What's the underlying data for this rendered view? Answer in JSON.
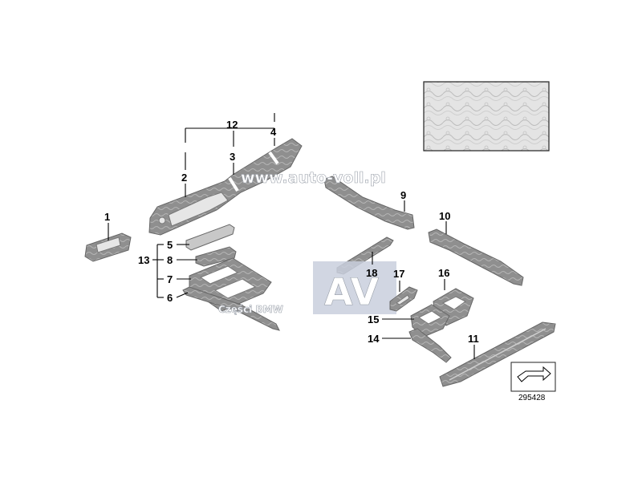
{
  "watermark": {
    "url": "www.auto-voll.pl",
    "logo_letters": "AV",
    "subtitle": "Części BMW"
  },
  "reference_number": "295428",
  "part_labels": {
    "p1": "1",
    "p2": "2",
    "p3": "3",
    "p4": "4",
    "p5": "5",
    "p6": "6",
    "p7": "7",
    "p8": "8",
    "p9": "9",
    "p10": "10",
    "p11": "11",
    "p12": "12",
    "p13": "13",
    "p14": "14",
    "p15": "15",
    "p16": "16",
    "p17": "17",
    "p18": "18"
  },
  "colors": {
    "trim_fill": "#9b9b9b",
    "trim_light": "#d9d9d9",
    "logo_block": "#c9cfdd"
  }
}
